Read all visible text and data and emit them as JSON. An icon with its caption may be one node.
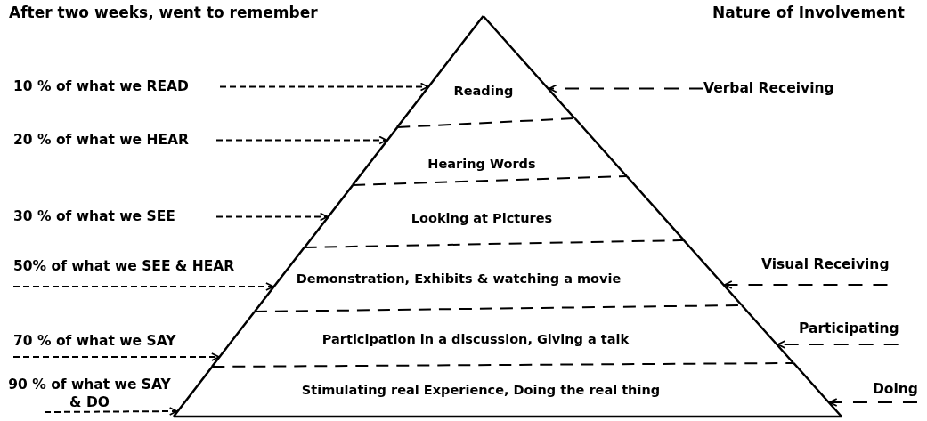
{
  "diagram": {
    "nodes": [
      {
        "text": [
          "Reading"
        ]
      },
      {
        "text": [
          "Hearing Words"
        ]
      },
      {
        "text": [
          "Looking at Pictures"
        ]
      },
      {
        "text": [
          "Demonstration, Exhibits & watching a movie"
        ]
      },
      {
        "text": [
          "Participation in a discussion, Giving a talk"
        ]
      },
      {
        "text": [
          "Stimulating real Experience, Doing the real thing"
        ]
      },
      {
        "text": [
          "10 % of what we READ"
        ]
      },
      {
        "text": [
          "20 % of what we HEAR"
        ]
      },
      {
        "text": [
          "30 % of what we SEE"
        ]
      },
      {
        "text": [
          "50% of what we SEE & HEAR"
        ]
      },
      {
        "text": [
          "70 % of what we SAY"
        ]
      },
      {
        "text": [
          "90 % of what we SAY & DO"
        ]
      },
      {
        "text": [
          "Verbal Receiving"
        ]
      },
      {
        "text": [
          "Visual Receiving"
        ]
      },
      {
        "text": [
          "Participating"
        ]
      },
      {
        "text": [
          "Doing"
        ]
      }
    ],
    "edges": [
      {
        "from": 6,
        "to": 0,
        "arrow": "to",
        "style": "dashed"
      },
      {
        "from": 7,
        "to": 1,
        "arrow": "to",
        "style": "dashed"
      },
      {
        "from": 8,
        "to": 2,
        "arrow": "to",
        "style": "dashed"
      },
      {
        "from": 9,
        "to": 3,
        "arrow": "to",
        "style": "dashed"
      },
      {
        "from": 10,
        "to": 4,
        "arrow": "to",
        "style": "dashed"
      },
      {
        "from": 11,
        "to": 5,
        "arrow": "to",
        "style": "dashed"
      },
      {
        "from": 12,
        "to": 0,
        "arrow": "to",
        "style": "dashed"
      },
      {
        "from": 13,
        "to": 3,
        "arrow": "to",
        "style": "dashed"
      },
      {
        "from": 14,
        "to": 4,
        "arrow": "to",
        "style": "dashed"
      },
      {
        "from": 15,
        "to": 5,
        "arrow": "to",
        "style": "dashed"
      }
    ],
    "labels": [
      "After two weeks, went to remember",
      "Nature of Involvement"
    ]
  }
}
